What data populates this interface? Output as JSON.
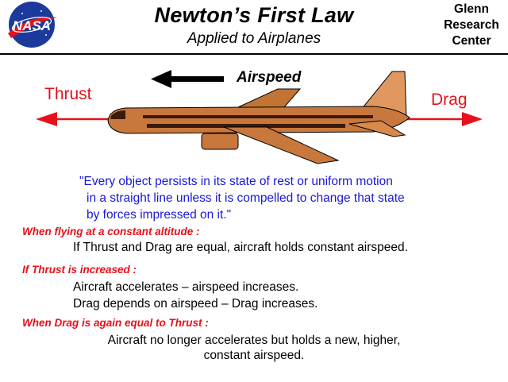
{
  "header": {
    "logo_text": "NASA",
    "title": "Newton’s First Law",
    "subtitle": "Applied to Airplanes",
    "center_name": [
      "Glenn",
      "Research",
      "Center"
    ]
  },
  "forces": {
    "thrust": "Thrust",
    "drag": "Drag",
    "airspeed": "Airspeed"
  },
  "quote": [
    "\"Every object persists in its state of rest or uniform motion",
    "in a straight line unless it is compelled to change  that state",
    "by forces impressed on it.\""
  ],
  "sections": [
    {
      "heading": "When flying at a constant altitude :",
      "lines": [
        "If Thrust and Drag are equal, aircraft holds constant airspeed."
      ]
    },
    {
      "heading": "If Thrust is increased :",
      "lines": [
        "Aircraft accelerates  –  airspeed increases.",
        "Drag depends on airspeed – Drag increases."
      ]
    },
    {
      "heading": "When Drag is again equal to Thrust :",
      "lines": [
        "Aircraft  no longer accelerates but holds a new, higher,",
        "constant airspeed."
      ]
    }
  ],
  "colors": {
    "force_arrow": "#e8101a",
    "quote": "#1818d8",
    "fuselage": "#c8783c",
    "nasa_blue": "#1b3a9c"
  }
}
